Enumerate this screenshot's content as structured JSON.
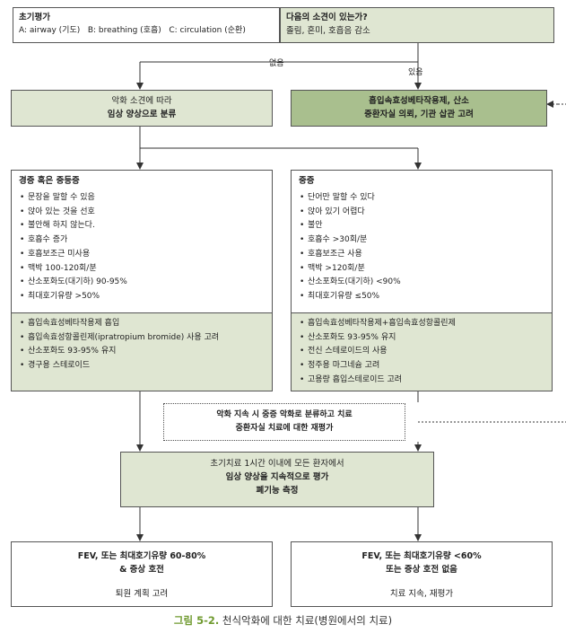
{
  "assessment": {
    "title": "초기평가",
    "items": "A: airway (기도)   B: breathing (호흡)   C: circulation (순환)"
  },
  "question": {
    "title": "다음의 소견이 있는가?",
    "items": "졸림, 혼미, 호흡음 감소"
  },
  "labels": {
    "no": "없음",
    "yes": "있음"
  },
  "classify": {
    "line1": "악화 소견에 따라",
    "line2": "임상 양상으로 분류"
  },
  "emergency": {
    "line1": "흡입속효성베타작용제, 산소",
    "line2": "중환자실 의뢰, 기관 삽관 고려"
  },
  "mild": {
    "title": "경증 혹은 중등증",
    "signs": [
      "문장을 말할 수 있음",
      "앉아 있는 것을 선호",
      "불안해 하지 않는다.",
      "호흡수 증가",
      "호흡보조근 미사용",
      "맥박 100-120회/분",
      "산소포화도(대기하) 90-95%",
      "최대호기유량 >50%"
    ],
    "treatments": [
      "흡입속효성베타작용제 흡입",
      "흡입속효성항콜린제(ipratropium bromide) 사용 고려",
      "산소포화도 93-95% 유지",
      "경구용 스테로이드"
    ]
  },
  "severe": {
    "title": "중증",
    "signs": [
      "단어만 말할 수 있다",
      "앉아 있기 어렵다",
      "불안",
      "호흡수 >30회/분",
      "호흡보조근 사용",
      "맥박 >120회/분",
      "산소포화도(대기하) <90%",
      "최대호기유량 ≤50%"
    ],
    "treatments": [
      "흡입속효성베타작용제+흡입속효성항콜린제",
      "산소포화도 93-95% 유지",
      "전신 스테로이드의 사용",
      "정주용 마그네슘 고려",
      "고용량 흡입스테로이드 고려"
    ]
  },
  "worsen": {
    "line1": "악화 지속 시 중증 악화로 분류하고 치료",
    "line2": "중환자실 치료에 대한 재평가"
  },
  "reassess": {
    "line1": "초기치료 1시간 이내에 모든 환자에서",
    "line2": "임상 양상을 지속적으로 평가",
    "line3": "폐기능 측정"
  },
  "good": {
    "line1": "FEV, 또는 최대호기유량 60-80%",
    "line2": "& 증상 호전",
    "line3": "퇴원 계획 고려"
  },
  "poor": {
    "line1": "FEV, 또는 최대호기유량 <60%",
    "line2": "또는 증상 호전 없음",
    "line3": "치료 지속, 재평가"
  },
  "caption": {
    "num": "그림 5-2.",
    "text": " 천식악화에 대한 치료(병원에서의 치료)"
  }
}
